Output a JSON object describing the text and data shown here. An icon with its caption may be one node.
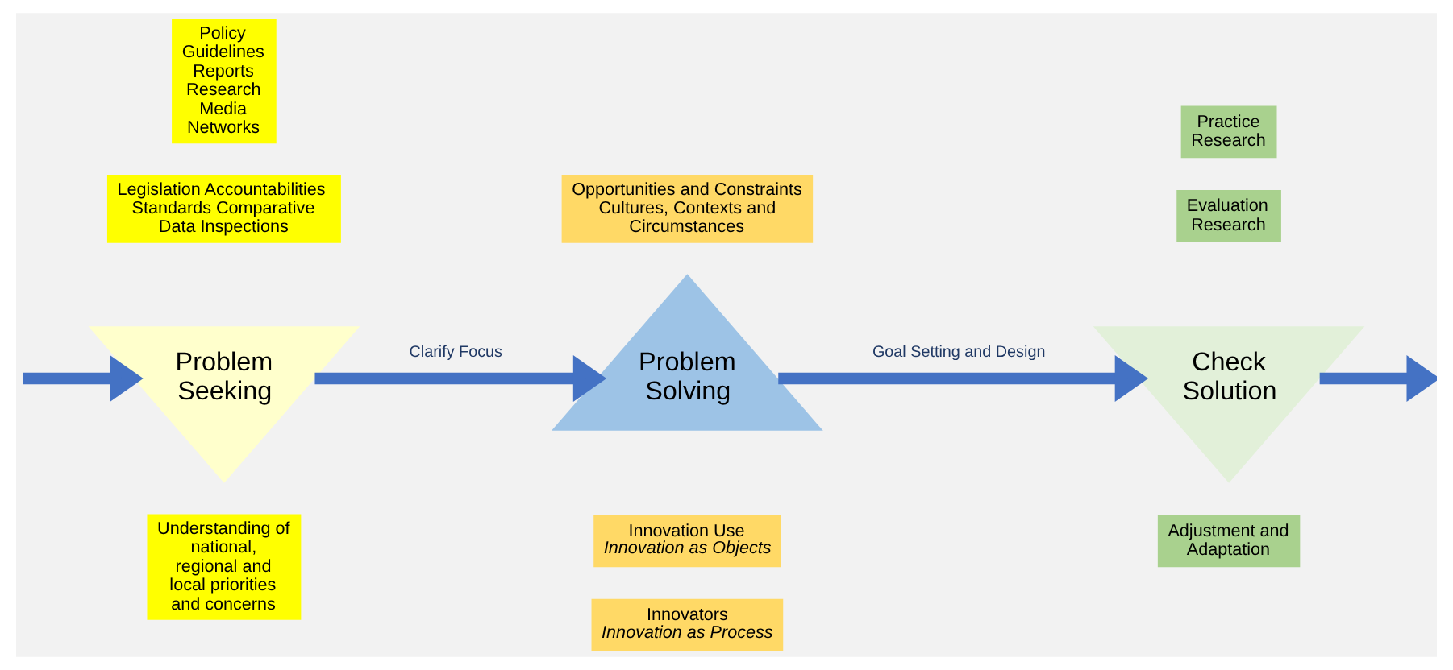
{
  "diagram": {
    "nodes": [
      {
        "text": [
          "Problem Seeking"
        ]
      },
      {
        "text": [
          "Policy Guidelines Reports Research Media Networks"
        ]
      },
      {
        "text": [
          "Legislation Accountabilities Standards Comparative Data Inspections"
        ]
      },
      {
        "text": [
          "Understanding of national, regional and local priorities and concerns"
        ]
      },
      {
        "text": [
          "Problem Solving"
        ]
      },
      {
        "text": [
          "Opportunities and Constraints Cultures, Contexts and Circumstances"
        ]
      },
      {
        "text": [
          "Innovation Use",
          "Innovation as Objects"
        ]
      },
      {
        "text": [
          "Innovators",
          "Innovation as Process"
        ]
      },
      {
        "text": [
          "Check Solution"
        ]
      },
      {
        "text": [
          "Practice Research"
        ]
      },
      {
        "text": [
          "Evaluation Research"
        ]
      },
      {
        "text": [
          "Adjustment and Adaptation"
        ]
      }
    ],
    "edges": [
      {
        "from": null,
        "to": 0,
        "arrow": "to"
      },
      {
        "from": 0,
        "to": 4,
        "arrow": "to",
        "label": "Clarify Focus"
      },
      {
        "from": 4,
        "to": 8,
        "arrow": "to",
        "label": "Goal Setting and Design"
      },
      {
        "from": 8,
        "to": null,
        "arrow": "to"
      }
    ]
  }
}
